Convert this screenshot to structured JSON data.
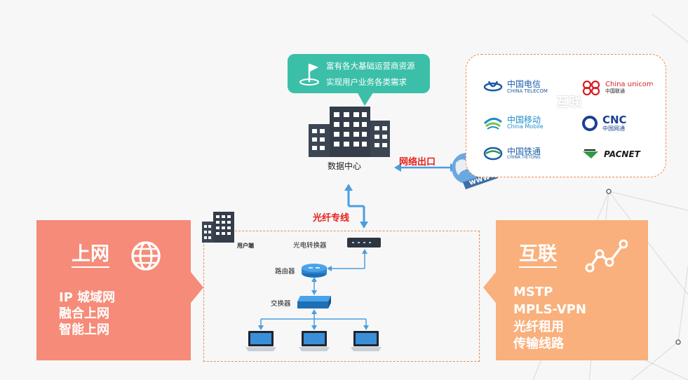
{
  "bubble": {
    "line1": "富有各大基础运营商资源",
    "line2": "实现用户业务各类需求"
  },
  "datacenter_label": "数据中心",
  "network_exit_label": "网络出口",
  "fiber_label": "光纤专线",
  "carriers": {
    "interconnect_label": "互联",
    "items": [
      {
        "cn": "中国电信",
        "en": "CHINA TELECOM",
        "color": "#1b5aa9"
      },
      {
        "cn": "China unicom",
        "en": "中国联通",
        "color": "#d61f26"
      },
      {
        "cn": "中国移动",
        "en": "China Mobile",
        "color": "#1b8dc9"
      },
      {
        "cn": "CNC",
        "en": "中国网通",
        "color": "#1c3f93"
      },
      {
        "cn": "中国铁通",
        "en": "CHINA TIETONG",
        "color": "#1d5ea5"
      },
      {
        "cn": "PACNET",
        "en": "",
        "color": "#1b1b1b"
      }
    ]
  },
  "user_side": {
    "user_label": "用户端",
    "converter_label": "光电转换器",
    "router_label": "路由器",
    "switch_label": "交换器"
  },
  "left_panel": {
    "title": "上网",
    "items": [
      "IP 城域网",
      "融合上网",
      "智能上网"
    ],
    "color": "#f58b78"
  },
  "right_panel": {
    "title": "互联",
    "items": [
      "MSTP",
      "MPLS-VPN",
      "光纤租用",
      "传输线路"
    ],
    "color": "#f9b07c"
  },
  "colors": {
    "accent_green": "#3cbfa9",
    "arrow_blue": "#4a9ee0",
    "red": "#e8211b"
  }
}
